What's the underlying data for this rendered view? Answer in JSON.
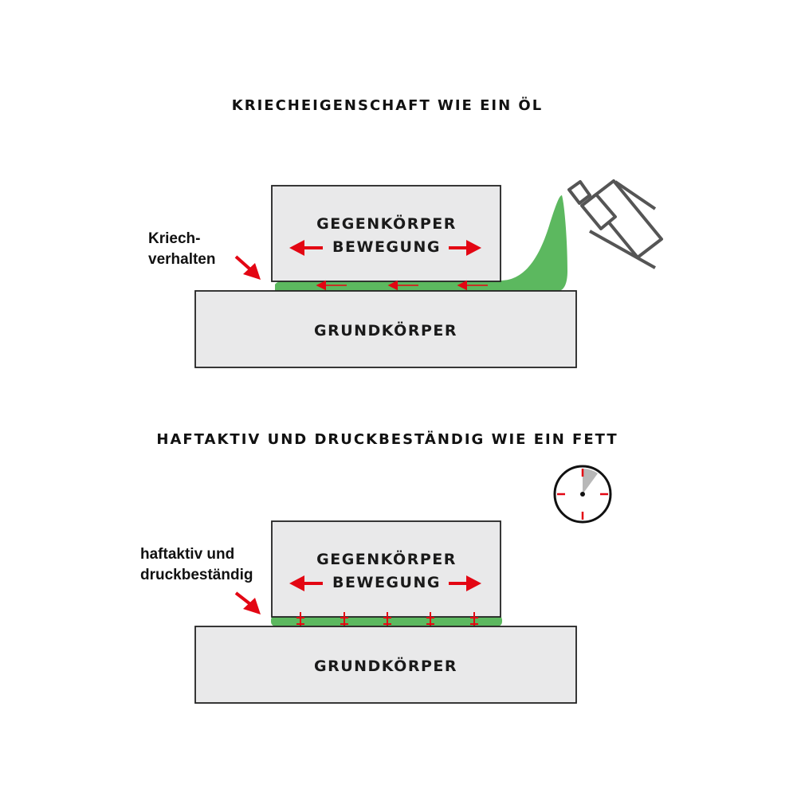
{
  "colors": {
    "arrow_red": "#e30613",
    "lubricant_green": "#5cb85f",
    "block_fill": "#e9e9ea",
    "outline": "#222222"
  },
  "top": {
    "title": "KRIECHEIGENSCHAFT WIE EIN ÖL",
    "upper_block": {
      "line1": "GEGENKÖRPER",
      "line2": "BEWEGUNG"
    },
    "lower_block": "GRUNDKÖRPER",
    "side_label": {
      "line1": "Kriech-",
      "line2": "verhalten"
    },
    "icons": [
      "spray-can-icon"
    ]
  },
  "bottom": {
    "title": "HAFTAKTIV UND DRUCKBESTÄNDIG WIE EIN FETT",
    "upper_block": {
      "line1": "GEGENKÖRPER",
      "line2": "BEWEGUNG"
    },
    "lower_block": "GRUNDKÖRPER",
    "side_label": {
      "line1": "haftaktiv und",
      "line2": "druckbeständig"
    },
    "icons": [
      "clock-icon"
    ]
  }
}
